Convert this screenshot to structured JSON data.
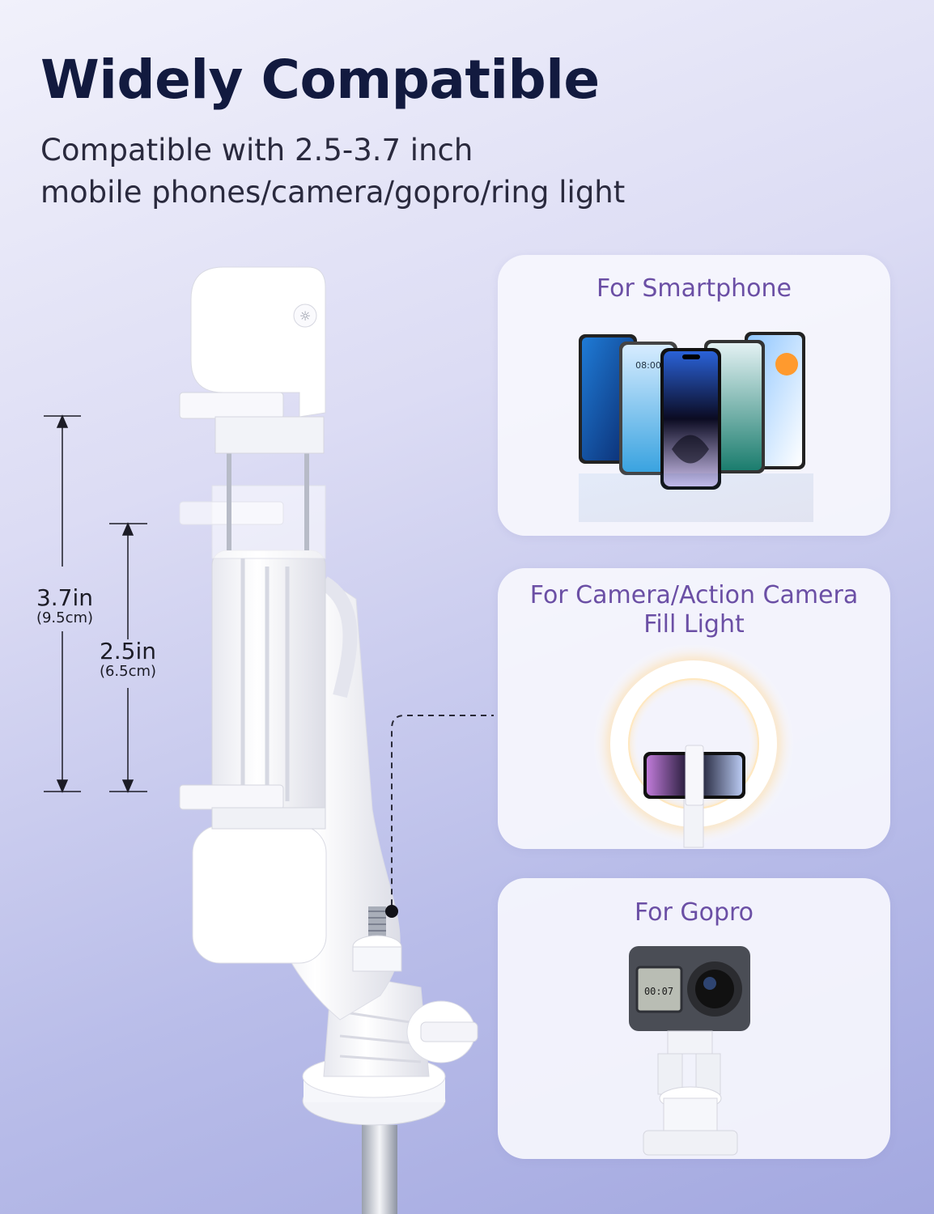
{
  "header": {
    "title": "Widely Compatible",
    "subtitle_line1": "Compatible with 2.5-3.7 inch",
    "subtitle_line2": "mobile phones/camera/gopro/ring light"
  },
  "measurements": {
    "max": {
      "value": "3.7in",
      "metric": "(9.5cm)"
    },
    "min": {
      "value": "2.5in",
      "metric": "(6.5cm)"
    }
  },
  "cards": {
    "smartphone": {
      "title": "For Smartphone",
      "phone_clock": "08:00"
    },
    "camera": {
      "title_line1": "For Camera/Action Camera",
      "title_line2": "Fill Light"
    },
    "gopro": {
      "title": "For Gopro",
      "screen_time": "00:07"
    }
  },
  "colors": {
    "title": "#121a3f",
    "card_title": "#6b4fa5",
    "background_top": "#f1f1fb",
    "background_bottom": "#a3a8e0"
  }
}
